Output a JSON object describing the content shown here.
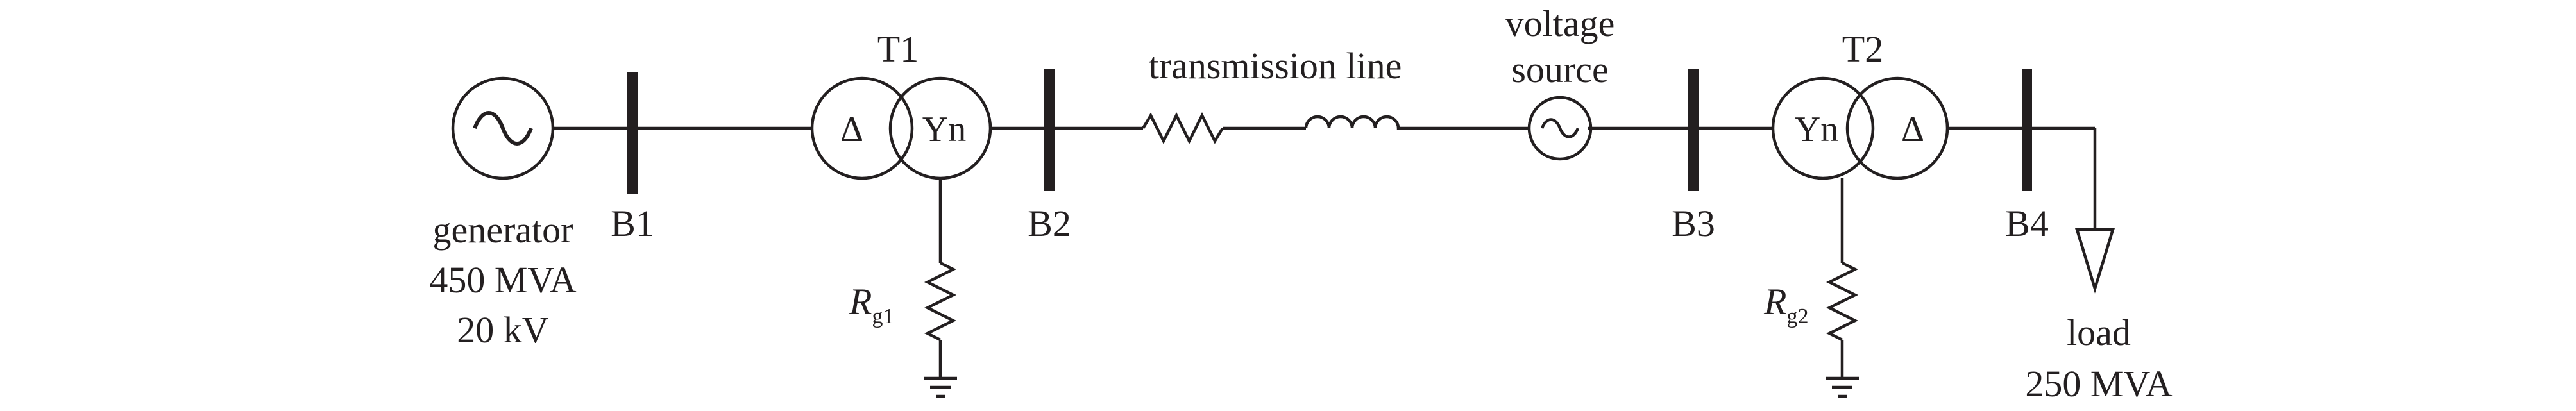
{
  "generator": {
    "label": "generator",
    "rating": "450 MVA",
    "voltage": "20 kV"
  },
  "buses": {
    "b1": "B1",
    "b2": "B2",
    "b3": "B3",
    "b4": "B4"
  },
  "t1": {
    "name": "T1",
    "primary": "Δ",
    "secondary": "Yn"
  },
  "t2": {
    "name": "T2",
    "primary": "Yn",
    "secondary": "Δ"
  },
  "transmission_line": {
    "label": "transmission line"
  },
  "voltage_source": {
    "label_line1": "voltage",
    "label_line2": "source"
  },
  "grounding": {
    "rg1_main": "R",
    "rg1_sub": "g1",
    "rg2_main": "R",
    "rg2_sub": "g2"
  },
  "load": {
    "label": "load",
    "rating": "250 MVA"
  }
}
